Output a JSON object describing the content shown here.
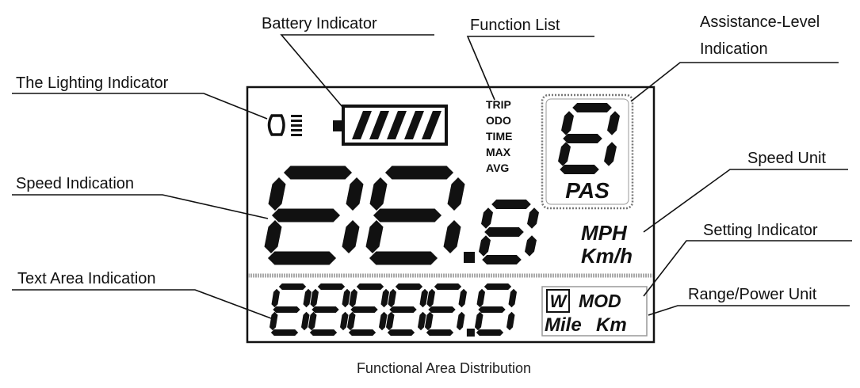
{
  "labels": {
    "battery_indicator": "Battery Indicator",
    "function_list": "Function List",
    "assistance_level_line1": "Assistance-Level",
    "assistance_level_line2": "Indication",
    "lighting_indicator": "The Lighting Indicator",
    "speed_indication": "Speed Indication",
    "speed_unit": "Speed Unit",
    "setting_indicator": "Setting Indicator",
    "text_area_indication": "Text Area Indication",
    "range_power_unit": "Range/Power Unit"
  },
  "display": {
    "functions": [
      "TRIP",
      "ODO",
      "TIME",
      "MAX",
      "AVG"
    ],
    "pas_label": "PAS",
    "pas_digit": "8",
    "speed_digits": "88.8",
    "speed_units": [
      "MPH",
      "Km/h"
    ],
    "text_digits": "88888.8",
    "watt_unit": "W",
    "mod_label": "MOD",
    "range_units": [
      "Mile",
      "Km"
    ],
    "battery_segments": 5,
    "light_bars": 5
  },
  "caption": "Functional Area Distribution"
}
